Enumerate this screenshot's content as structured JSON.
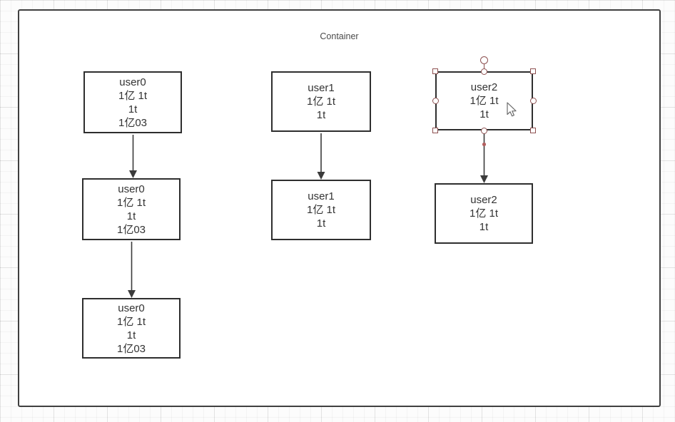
{
  "container": {
    "label": "Container"
  },
  "nodes": [
    {
      "id": "user0-1",
      "lines": [
        "user0",
        "1亿 1t",
        "1t",
        "1亿03"
      ],
      "selected": false
    },
    {
      "id": "user0-2",
      "lines": [
        "user0",
        "1亿 1t",
        "1t",
        "1亿03"
      ],
      "selected": false
    },
    {
      "id": "user0-3",
      "lines": [
        "user0",
        "1亿 1t",
        "1t",
        "1亿03"
      ],
      "selected": false
    },
    {
      "id": "user1-1",
      "lines": [
        "user1",
        "1亿 1t",
        "1t"
      ],
      "selected": false
    },
    {
      "id": "user1-2",
      "lines": [
        "user1",
        "1亿 1t",
        "1t"
      ],
      "selected": false
    },
    {
      "id": "user2-1",
      "lines": [
        "user2",
        "1亿 1t",
        "1t"
      ],
      "selected": true
    },
    {
      "id": "user2-2",
      "lines": [
        "user2",
        "1亿 1t",
        "1t"
      ],
      "selected": false
    }
  ],
  "edges": [
    {
      "from": "user0-1",
      "to": "user0-2"
    },
    {
      "from": "user0-2",
      "to": "user0-3"
    },
    {
      "from": "user1-1",
      "to": "user1-2"
    },
    {
      "from": "user2-1",
      "to": "user2-2"
    }
  ],
  "colors": {
    "node_border": "#2e2e2e",
    "node_fill": "#ffffff",
    "edge_stroke": "#3b3b3b",
    "container_border": "#3f3f3f",
    "selection_handle": "#8d5050",
    "edge_waypoint": "#b25f5f",
    "grid_line": "#ececec"
  }
}
